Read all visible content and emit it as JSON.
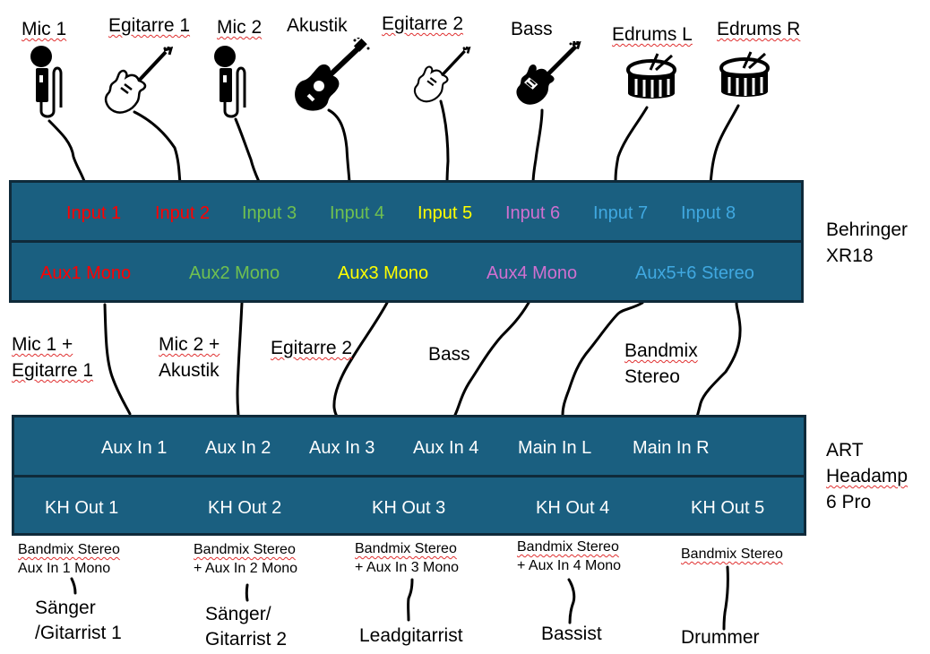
{
  "sources": [
    {
      "label": "Mic 1",
      "icon": "microphone-icon"
    },
    {
      "label": "Egitarre 1",
      "icon": "electric-guitar-icon"
    },
    {
      "label": "Mic 2",
      "icon": "microphone-icon"
    },
    {
      "label": "Akustik",
      "icon": "acoustic-guitar-icon"
    },
    {
      "label": "Egitarre 2",
      "icon": "electric-guitar-icon"
    },
    {
      "label": "Bass",
      "icon": "bass-guitar-icon"
    },
    {
      "label": "Edrums L",
      "icon": "drum-icon"
    },
    {
      "label": "Edrums R",
      "icon": "drum-icon"
    }
  ],
  "mixer": {
    "name_line1": "Behringer",
    "name_line2": "XR18",
    "inputs": [
      {
        "label": "Input 1",
        "color": "#ff0000"
      },
      {
        "label": "Input 2",
        "color": "#ff0000"
      },
      {
        "label": "Input 3",
        "color": "#70c050"
      },
      {
        "label": "Input 4",
        "color": "#70c050"
      },
      {
        "label": "Input 5",
        "color": "#ffff00"
      },
      {
        "label": "Input 6",
        "color": "#d070d0"
      },
      {
        "label": "Input 7",
        "color": "#40a8e0"
      },
      {
        "label": "Input 8",
        "color": "#40a8e0"
      }
    ],
    "aux_outputs": [
      {
        "label": "Aux1 Mono",
        "color": "#ff0000"
      },
      {
        "label": "Aux2 Mono",
        "color": "#70c050"
      },
      {
        "label": "Aux3 Mono",
        "color": "#ffff00"
      },
      {
        "label": "Aux4 Mono",
        "color": "#d070d0"
      },
      {
        "label": "Aux5+6 Stereo",
        "color": "#40a8e0"
      }
    ]
  },
  "connections": [
    {
      "line1": "Mic 1 +",
      "line2": "Egitarre 1"
    },
    {
      "line1": "Mic 2 +",
      "line2": "Akustik"
    },
    {
      "line1": "Egitarre 2",
      "line2": ""
    },
    {
      "line1": "Bass",
      "line2": ""
    },
    {
      "line1": "Bandmix",
      "line2": "Stereo"
    }
  ],
  "headamp": {
    "name_line1": "ART",
    "name_line2": "Headamp",
    "name_line3": "6 Pro",
    "inputs": [
      "Aux In 1",
      "Aux In 2",
      "Aux In 3",
      "Aux In 4",
      "Main In L",
      "Main In R"
    ],
    "outputs": [
      "KH Out 1",
      "KH Out 2",
      "KH Out 3",
      "KH Out 4",
      "KH Out 5"
    ]
  },
  "mixes": [
    {
      "line1": "Bandmix Stereo",
      "line2": "Aux In 1 Mono",
      "person_line1": "Sänger",
      "person_line2": "/Gitarrist 1"
    },
    {
      "line1": "Bandmix Stereo",
      "line2": "+ Aux In 2 Mono",
      "person_line1": "Sänger/",
      "person_line2": "Gitarrist 2"
    },
    {
      "line1": "Bandmix Stereo",
      "line2": "+ Aux In 3 Mono",
      "person_line1": "Leadgitarrist",
      "person_line2": ""
    },
    {
      "line1": "Bandmix Stereo",
      "line2": "+ Aux In 4 Mono",
      "person_line1": "Bassist",
      "person_line2": ""
    },
    {
      "line1": "Bandmix Stereo",
      "line2": "",
      "person_line1": "Drummer",
      "person_line2": ""
    }
  ],
  "colors": {
    "box_fill": "#1a5f80",
    "box_border": "#0f2a3a"
  }
}
